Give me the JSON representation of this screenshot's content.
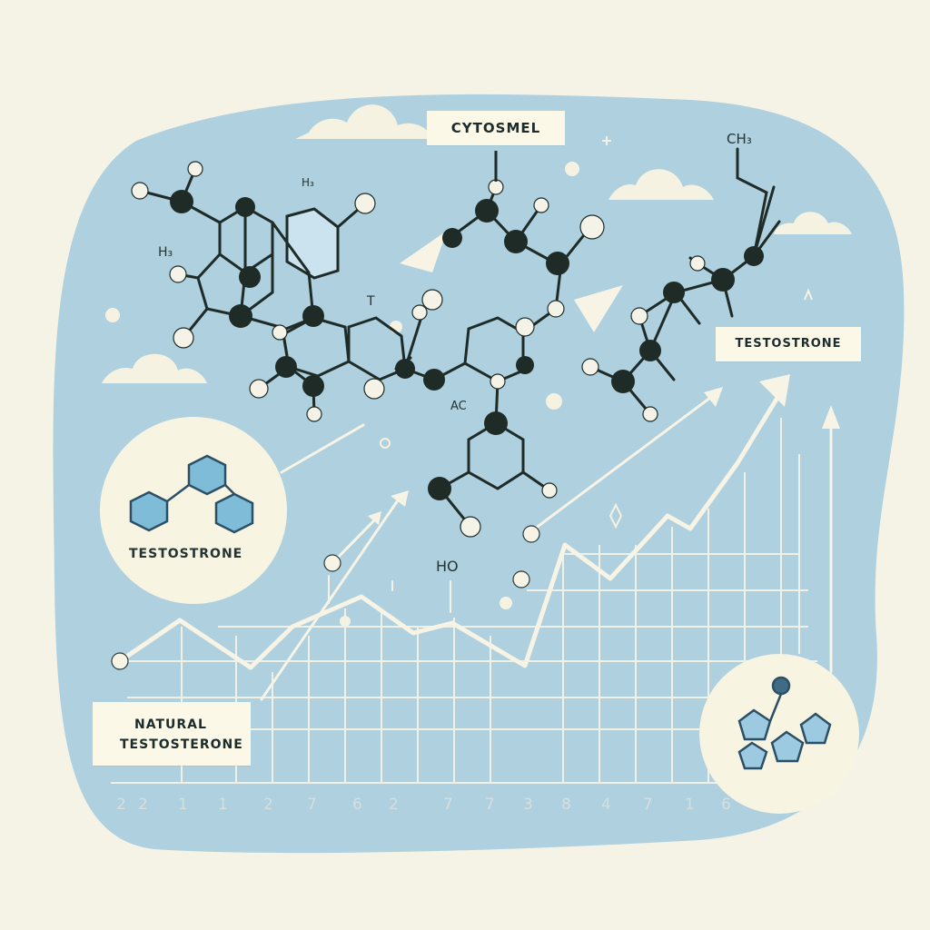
{
  "labels": {
    "top": "CYTOSMEL",
    "right": "TESTOSTRONE",
    "circle": "TESTOSTRONE",
    "natural_line1": "NATURAL",
    "natural_line2": "TESTOSTERONE"
  },
  "chem_text": {
    "ch3": "CH₃",
    "h3_top": "H₃",
    "h3_left": "H₃",
    "t_mark": "T",
    "ac": "AC",
    "ho": "HO"
  },
  "axis_ticks": [
    "2",
    "2",
    "1",
    "1",
    "2",
    "7",
    "6",
    "2",
    "7",
    "7",
    "3",
    "8",
    "4",
    "7",
    "1",
    "6"
  ],
  "colors": {
    "background": "#f5f2e6",
    "panel": "#aed0df",
    "atom": "#1f2b27",
    "atom_light": "#f5f3e8",
    "line": "#f7f4e6",
    "label_bg": "#fbf8e8"
  }
}
